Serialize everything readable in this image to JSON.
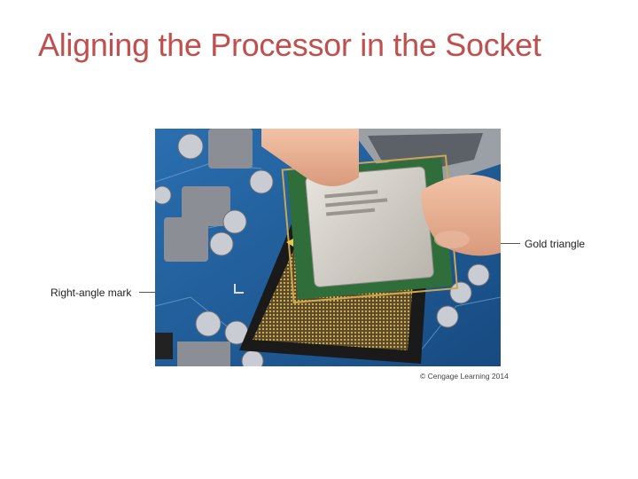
{
  "slide": {
    "title": "Aligning the Processor in the Socket"
  },
  "figure": {
    "callouts": {
      "gold_triangle": "Gold triangle",
      "right_angle_mark": "Right-angle mark"
    },
    "credit": "© Cengage Learning 2014"
  },
  "colors": {
    "title": "#C0504D",
    "board": "#1F5E9A"
  }
}
